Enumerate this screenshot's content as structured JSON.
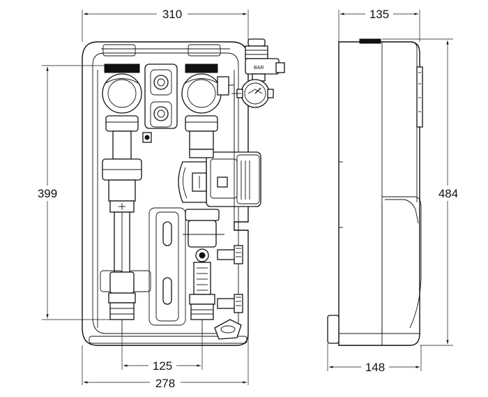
{
  "dimensions": {
    "front_width_top": "310",
    "front_width_bottom": "278",
    "front_height": "399",
    "pipe_spacing": "125",
    "side_depth_top": "135",
    "side_height": "484",
    "side_depth_bottom": "148"
  },
  "gauge_label": "BAR"
}
